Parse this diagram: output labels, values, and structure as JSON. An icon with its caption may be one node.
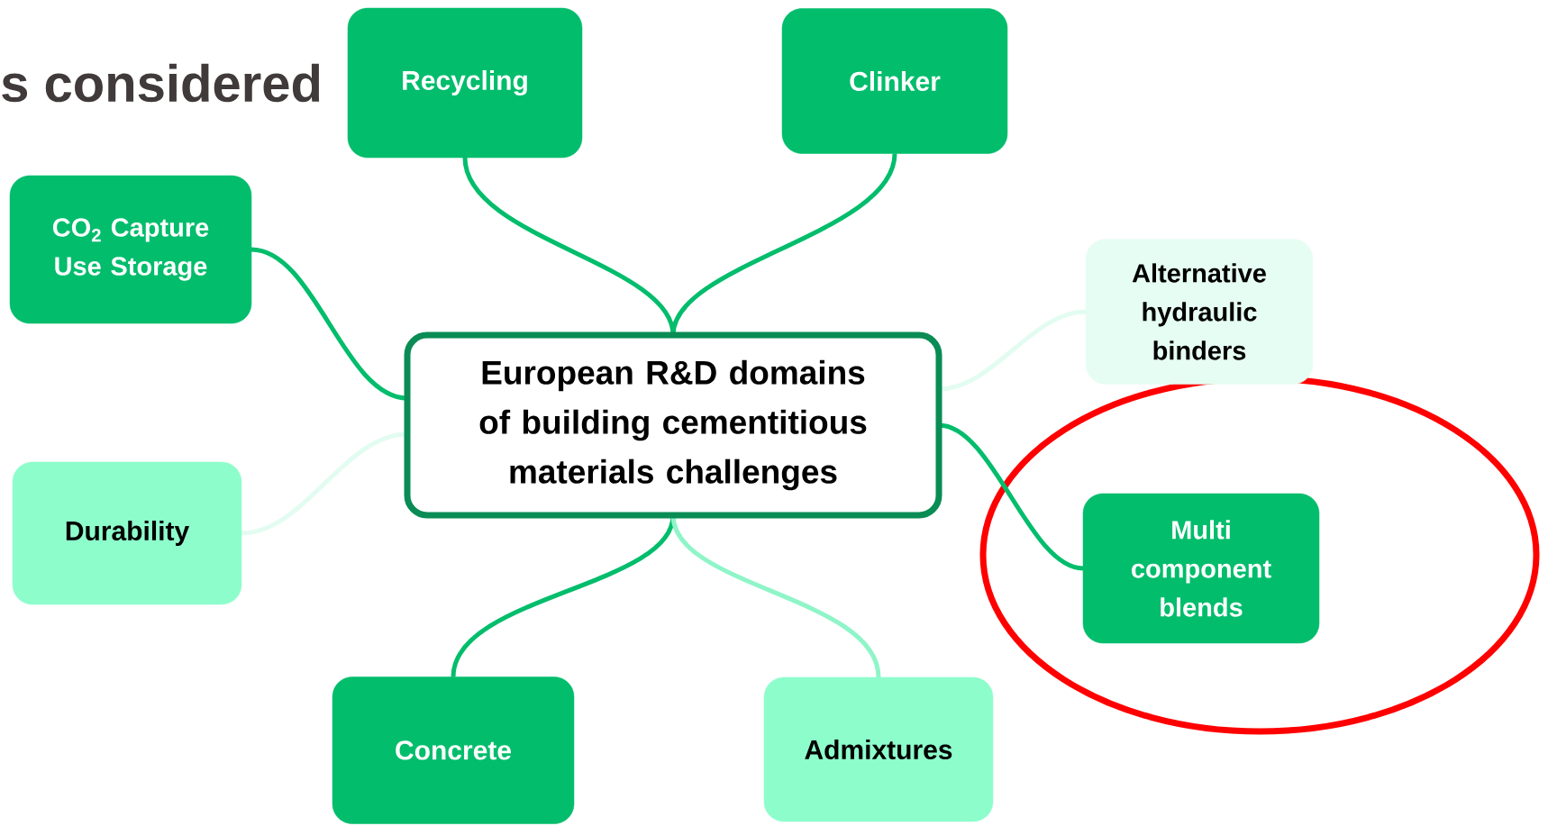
{
  "diagram": {
    "nodes": [
      {
        "text": [
          "European R&D domains of building cementitious materials challenges"
        ]
      },
      {
        "text": [
          "Recycling"
        ]
      },
      {
        "text": [
          "Clinker"
        ]
      },
      {
        "text": [
          "CO$_{2}$ Capture Use Storage"
        ]
      },
      {
        "text": [
          "Alternative hydraulic binders"
        ]
      },
      {
        "text": [
          "Durability"
        ]
      },
      {
        "text": [
          "Multi component blends"
        ]
      },
      {
        "text": [
          "Concrete"
        ]
      },
      {
        "text": [
          "Admixtures"
        ]
      }
    ],
    "edges": [
      {
        "from": 0,
        "to": 1,
        "arrow": "none"
      },
      {
        "from": 0,
        "to": 2,
        "arrow": "none"
      },
      {
        "from": 0,
        "to": 3,
        "arrow": "none"
      },
      {
        "from": 0,
        "to": 4,
        "arrow": "none",
        "color": "#e3fcf1"
      },
      {
        "from": 0,
        "to": 5,
        "arrow": "none",
        "color": "#e3fcf1"
      },
      {
        "from": 0,
        "to": 6,
        "arrow": "none"
      },
      {
        "from": 0,
        "to": 7,
        "arrow": "none"
      },
      {
        "from": 0,
        "to": 8,
        "arrow": "none",
        "color": "#8ff5c8"
      }
    ],
    "labels": [
      "s considered"
    ]
  }
}
